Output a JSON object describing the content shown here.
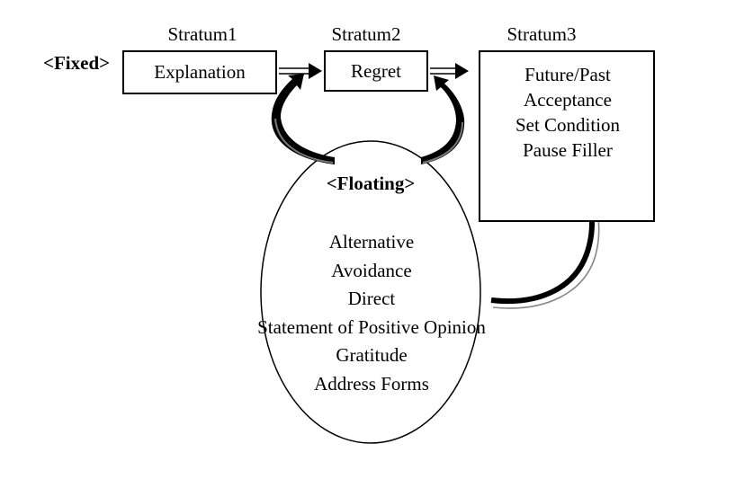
{
  "strata": {
    "s1": "Stratum1",
    "s2": "Stratum2",
    "s3": "Stratum3"
  },
  "fixed_label": "<Fixed>",
  "floating_label": "<Floating>",
  "boxes": {
    "explanation": "Explanation",
    "regret": "Regret"
  },
  "stratum3_items": [
    "Future/Past",
    "Acceptance",
    "Set Condition",
    "Pause Filler"
  ],
  "floating_items": [
    "Alternative",
    "Avoidance",
    "Direct",
    "Statement of Positive Opinion",
    "Gratitude",
    "Address Forms"
  ]
}
